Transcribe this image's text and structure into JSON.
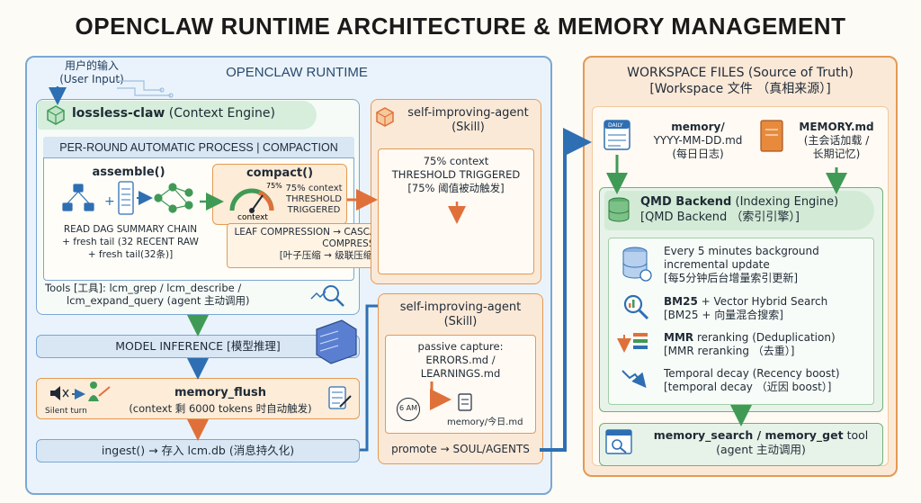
{
  "title": "OPENCLAW RUNTIME ARCHITECTURE & MEMORY MANAGEMENT",
  "runtime": {
    "title": "OPENCLAW RUNTIME",
    "user_input_zh": "用户的输入",
    "user_input_en": "(User Input)",
    "engine": {
      "name": "lossless-claw",
      "desc": " (Context Engine)"
    },
    "per_round": "PER-ROUND AUTOMATIC PROCESS | COMPACTION",
    "assemble": {
      "title": "assemble()",
      "line1": "READ DAG SUMMARY CHAIN",
      "line2": "+ fresh tail (32 RECENT RAW",
      "line3": "+ fresh tail(32条)]"
    },
    "compact": {
      "title": "compact()",
      "gauge": "75%",
      "gauge_label": "context",
      "line1": "75% context",
      "line2": "THRESHOLD",
      "line3": "TRIGGERED"
    },
    "leaf": {
      "line1": "LEAF COMPRESSION → CASCADING → WRITE lcm.db",
      "line2": "COMPRESSION",
      "line3": "[叶子压缩 → 级联压缩 → 写 lcm.db]"
    },
    "tools": {
      "line1": "Tools [工具]: lcm_grep / lcm_describe /",
      "line2": "lcm_expand_query (agent 主动调用)"
    },
    "model": "MODEL INFERENCE [模型推理]",
    "flush": {
      "title": "memory_flush",
      "desc": "(context 剩 6000 tokens 时自动触发)",
      "silent": "Silent turn"
    },
    "ingest": "ingest() → 存入 lcm.db (消息持久化)"
  },
  "sia1": {
    "title_line1": "self-improving-agent",
    "title_line2": "(Skill)",
    "line1": "75% context",
    "line2": "THRESHOLD TRIGGERED",
    "line3": "[75% 阈值被动触发]"
  },
  "sia2": {
    "title_line1": "self-improving-agent",
    "title_line2": "(Skill)",
    "line1": "passive capture:",
    "line2": "ERRORS.md /",
    "line3": "LEARNINGS.md",
    "clock": "6 AM",
    "daily": "memory/今日.md",
    "promote": "promote → SOUL/AGENTS"
  },
  "workspace": {
    "title": "WORKSPACE FILES (Source of Truth)",
    "subtitle": "[Workspace 文件 （真相来源）]",
    "mem_daily": {
      "title": "memory/",
      "line1": "YYYY-MM-DD.md",
      "line2": "(每日日志)",
      "icon_text": "DAILY"
    },
    "mem_main": {
      "title": "MEMORY.md",
      "line1": "(主会话加载 /",
      "line2": "长期记忆)"
    },
    "qmd": {
      "name": "QMD Backend",
      "desc": " (Indexing Engine)",
      "zh": "[QMD Backend （索引引擎）]"
    },
    "features": [
      {
        "line1": "Every 5 minutes background",
        "line2": "incremental update",
        "line3": "[每5分钟后台增量索引更新]"
      },
      {
        "bold": "BM25",
        "line1": " + Vector Hybrid Search",
        "line2": "[BM25 + 向量混合搜索]"
      },
      {
        "bold": "MMR",
        "line1": " reranking (Deduplication)",
        "line2": "[MMR reranking （去重）]"
      },
      {
        "line1": "Temporal decay (Recency boost)",
        "line2": "[temporal decay （近因 boost）]"
      }
    ],
    "search": {
      "title": "memory_search / memory_get",
      "suffix": " tool",
      "desc": "(agent 主动调用)"
    }
  }
}
